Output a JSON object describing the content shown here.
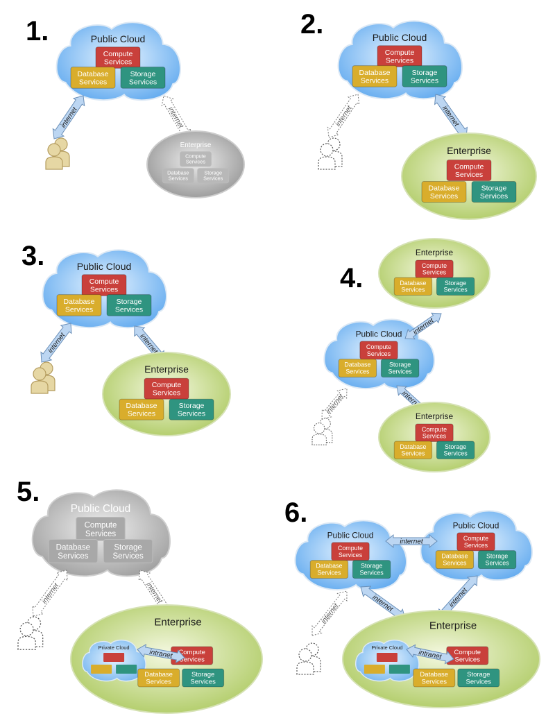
{
  "panels": [
    {
      "number": "1.",
      "public_cloud": "Public Cloud",
      "compute": [
        "Compute",
        "Services"
      ],
      "database": [
        "Database",
        "Services"
      ],
      "storage": [
        "Storage",
        "Services"
      ],
      "enterprise": "Enterprise",
      "enterprise_compute": [
        "Compute",
        "Services"
      ],
      "enterprise_database": [
        "Database",
        "Services"
      ],
      "enterprise_storage": [
        "Storage",
        "Services"
      ],
      "link_user": "internet",
      "link_enterprise": "internet"
    },
    {
      "number": "2.",
      "public_cloud": "Public Cloud",
      "compute": [
        "Compute",
        "Services"
      ],
      "database": [
        "Database",
        "Services"
      ],
      "storage": [
        "Storage",
        "Services"
      ],
      "enterprise": "Enterprise",
      "enterprise_compute": [
        "Compute",
        "Services"
      ],
      "enterprise_database": [
        "Database",
        "Services"
      ],
      "enterprise_storage": [
        "Storage",
        "Services"
      ],
      "link_user": "internet",
      "link_enterprise": "internet"
    },
    {
      "number": "3.",
      "public_cloud": "Public Cloud",
      "compute": [
        "Compute",
        "Services"
      ],
      "database": [
        "Database",
        "Services"
      ],
      "storage": [
        "Storage",
        "Services"
      ],
      "enterprise": "Enterprise",
      "enterprise_compute": [
        "Compute",
        "Services"
      ],
      "enterprise_database": [
        "Database",
        "Services"
      ],
      "enterprise_storage": [
        "Storage",
        "Services"
      ],
      "link_user": "internet",
      "link_enterprise": "internet"
    },
    {
      "number": "4.",
      "public_cloud": "Public Cloud",
      "compute": [
        "Compute",
        "Services"
      ],
      "database": [
        "Database",
        "Services"
      ],
      "storage": [
        "Storage",
        "Services"
      ],
      "enterprise": "Enterprise",
      "enterprise_compute": [
        "Compute",
        "Services"
      ],
      "enterprise_database": [
        "Database",
        "Services"
      ],
      "enterprise_storage": [
        "Storage",
        "Services"
      ],
      "enterprise2": "Enterprise",
      "link_user": "internet",
      "link_enterprise": "internet",
      "link_enterprise2": "internet"
    },
    {
      "number": "5.",
      "public_cloud": "Public Cloud",
      "compute": [
        "Compute",
        "Services"
      ],
      "database": [
        "Database",
        "Services"
      ],
      "storage": [
        "Storage",
        "Services"
      ],
      "enterprise": "Enterprise",
      "private_cloud": "Private Cloud",
      "enterprise_compute": [
        "Compute",
        "Services"
      ],
      "enterprise_database": [
        "Database",
        "Services"
      ],
      "enterprise_storage": [
        "Storage",
        "Services"
      ],
      "link_user": "internet",
      "link_enterprise": "internet",
      "link_intranet": "intranet"
    },
    {
      "number": "6.",
      "public_cloud": "Public Cloud",
      "public_cloud2": "Public Cloud",
      "compute": [
        "Compute",
        "Services"
      ],
      "database": [
        "Database",
        "Services"
      ],
      "storage": [
        "Storage",
        "Services"
      ],
      "enterprise": "Enterprise",
      "private_cloud": "Private Cloud",
      "enterprise_compute": [
        "Compute",
        "Services"
      ],
      "enterprise_database": [
        "Database",
        "Services"
      ],
      "enterprise_storage": [
        "Storage",
        "Services"
      ],
      "link_user": "internet",
      "link_enterprise": "internet",
      "link_enterprise2": "internet",
      "link_clouds": "internet",
      "link_intranet": "intranet"
    }
  ],
  "colors": {
    "cloud_blue": "#5aa6ee",
    "cloud_gray": "#9a9a9a",
    "enterprise_green": "#a9c75a",
    "compute_red": "#c9403b",
    "database_yellow": "#d9ad2c",
    "storage_teal": "#2f9480",
    "arrow_blue": "#bcd6f2"
  },
  "icons": [
    "person-icon",
    "cloud-icon",
    "arrow-icon"
  ]
}
